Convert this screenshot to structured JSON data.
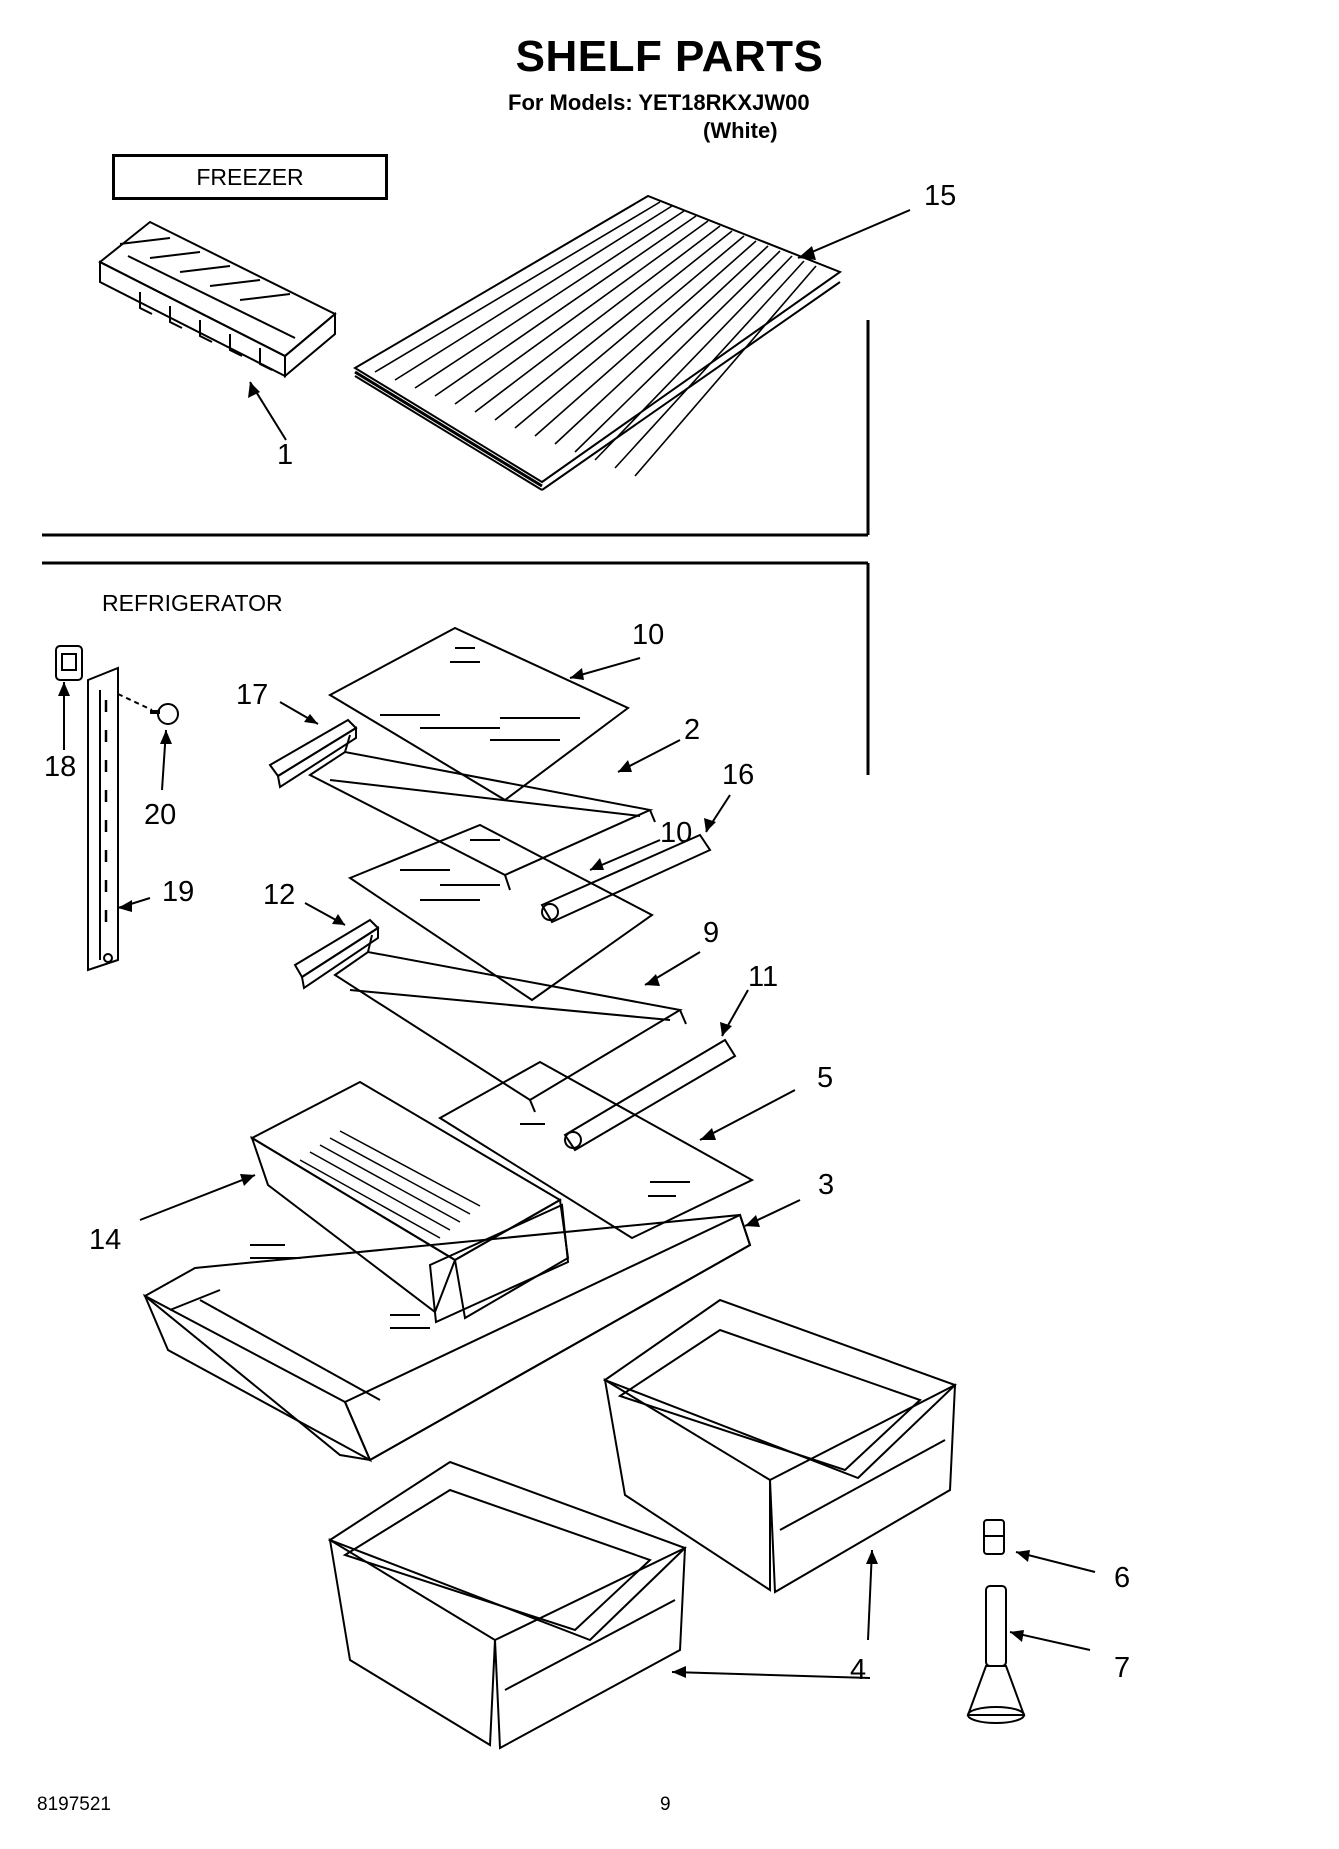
{
  "header": {
    "title": "SHELF PARTS",
    "models_line": "For Models: YET18RKXJW00",
    "variant": "(White)"
  },
  "sections": {
    "freezer": "FREEZER",
    "refrigerator": "REFRIGERATOR"
  },
  "callouts": {
    "c1": "1",
    "c2": "2",
    "c3": "3",
    "c4": "4",
    "c5": "5",
    "c6": "6",
    "c7": "7",
    "c9": "9",
    "c10a": "10",
    "c10b": "10",
    "c11": "11",
    "c12": "12",
    "c14": "14",
    "c15": "15",
    "c16": "16",
    "c17": "17",
    "c18": "18",
    "c19": "19",
    "c20": "20"
  },
  "footer": {
    "doc_number": "8197521",
    "page_number": "9"
  }
}
